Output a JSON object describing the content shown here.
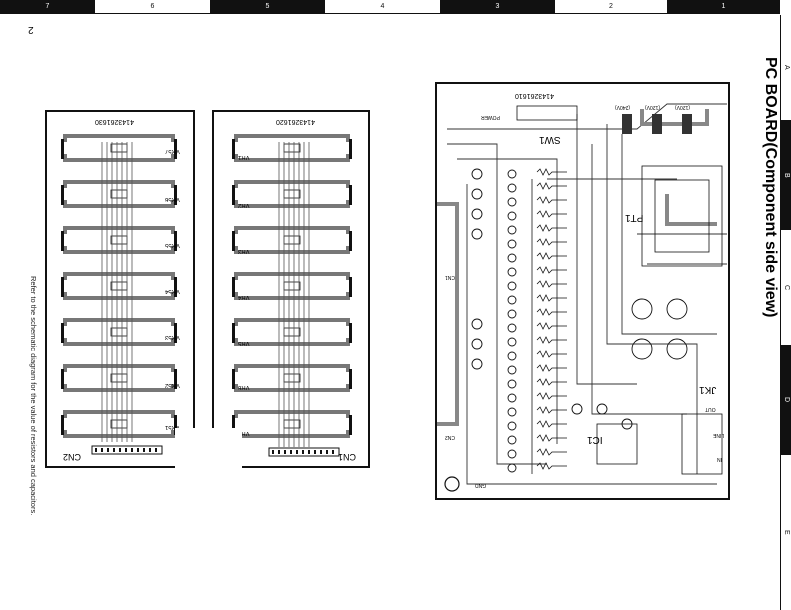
{
  "page_number": "2",
  "column_labels": [
    "7",
    "6",
    "5",
    "4",
    "3",
    "2",
    "1"
  ],
  "row_labels": [
    "A",
    "B",
    "C",
    "D",
    "E"
  ],
  "title": "PC BOARD(Component side view)",
  "footnote": "Refer to the schematic diagram for the value of resistors and capacitors.",
  "boards": {
    "left": {
      "part_number": "4143261630",
      "connector": "CN2",
      "controls": [
        "VR57",
        "VR56",
        "VR55",
        "VR54",
        "VR53",
        "VR52",
        "VR51"
      ]
    },
    "middle": {
      "part_number": "4143261620",
      "connector": "CN1",
      "controls": [
        "VR1",
        "VR2",
        "VR3",
        "VR4",
        "VR5",
        "VR6",
        "VR7"
      ]
    },
    "main": {
      "part_number": "4143261610",
      "labels": {
        "power": "POWER",
        "switch": "SW1",
        "transformer": "PT1",
        "jack": "JK1",
        "connector": "CN2",
        "connector2": "CN1",
        "ground": "GND",
        "ic": "IC1",
        "out": "OUT",
        "line": "LINE",
        "in": "IN",
        "voltage_a": "(240V)",
        "voltage_b": "(120V)",
        "voltage_c": "(120V)"
      }
    }
  },
  "colors": {
    "ink": "#111111",
    "paper": "#ffffff"
  }
}
